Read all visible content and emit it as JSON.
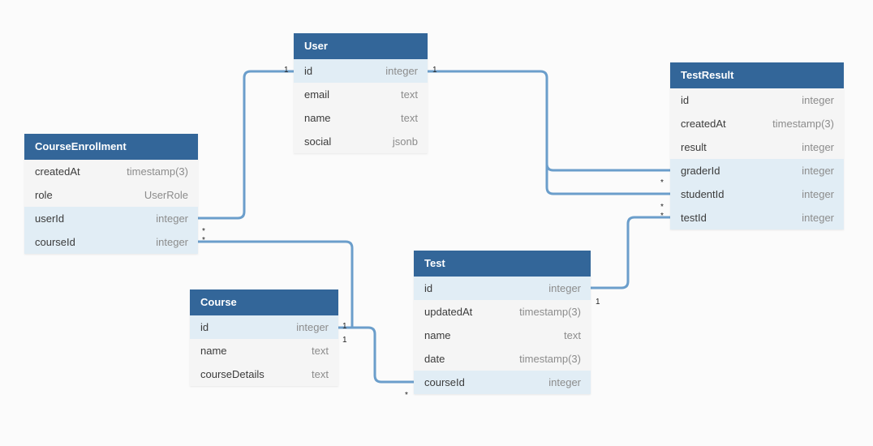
{
  "colors": {
    "header": "#336699",
    "row": "#f5f5f5",
    "row_relation": "#e1edf5",
    "edge": "#6b9ecb"
  },
  "tables": [
    {
      "id": "User",
      "name": "User",
      "fields": [
        {
          "name": "id",
          "type": "integer",
          "relation": true
        },
        {
          "name": "email",
          "type": "text"
        },
        {
          "name": "name",
          "type": "text"
        },
        {
          "name": "social",
          "type": "jsonb"
        }
      ]
    },
    {
      "id": "TestResult",
      "name": "TestResult",
      "fields": [
        {
          "name": "id",
          "type": "integer"
        },
        {
          "name": "createdAt",
          "type": "timestamp(3)"
        },
        {
          "name": "result",
          "type": "integer"
        },
        {
          "name": "graderId",
          "type": "integer",
          "relation": true
        },
        {
          "name": "studentId",
          "type": "integer",
          "relation": true
        },
        {
          "name": "testId",
          "type": "integer",
          "relation": true
        }
      ]
    },
    {
      "id": "CourseEnrollment",
      "name": "CourseEnrollment",
      "fields": [
        {
          "name": "createdAt",
          "type": "timestamp(3)"
        },
        {
          "name": "role",
          "type": "UserRole"
        },
        {
          "name": "userId",
          "type": "integer",
          "relation": true
        },
        {
          "name": "courseId",
          "type": "integer",
          "relation": true
        }
      ]
    },
    {
      "id": "Course",
      "name": "Course",
      "fields": [
        {
          "name": "id",
          "type": "integer",
          "relation": true
        },
        {
          "name": "name",
          "type": "text"
        },
        {
          "name": "courseDetails",
          "type": "text"
        }
      ]
    },
    {
      "id": "Test",
      "name": "Test",
      "fields": [
        {
          "name": "id",
          "type": "integer",
          "relation": true
        },
        {
          "name": "updatedAt",
          "type": "timestamp(3)"
        },
        {
          "name": "name",
          "type": "text"
        },
        {
          "name": "date",
          "type": "timestamp(3)"
        },
        {
          "name": "courseId",
          "type": "integer",
          "relation": true
        }
      ]
    }
  ],
  "relations": [
    {
      "id": "user-enrollment",
      "from": "User.id",
      "to": "CourseEnrollment.userId",
      "from_card": "1",
      "to_card": "*"
    },
    {
      "id": "course-enrollment",
      "from": "Course.id",
      "to": "CourseEnrollment.courseId",
      "from_card": "1",
      "to_card": "*"
    },
    {
      "id": "course-test",
      "from": "Course.id",
      "to": "Test.courseId",
      "from_card": "1",
      "to_card": "*"
    },
    {
      "id": "user-grader",
      "from": "User.id",
      "to": "TestResult.graderId",
      "from_card": "1",
      "to_card": "*"
    },
    {
      "id": "user-student",
      "from": "User.id",
      "to": "TestResult.studentId",
      "from_card": "",
      "to_card": "*"
    },
    {
      "id": "test-testresult",
      "from": "Test.id",
      "to": "TestResult.testId",
      "from_card": "1",
      "to_card": "*"
    }
  ]
}
